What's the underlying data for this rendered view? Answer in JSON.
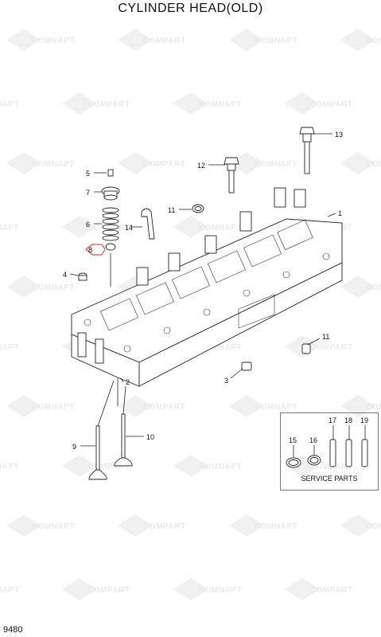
{
  "title": "CYLINDER HEAD(OLD)",
  "page_code": "9480",
  "service_parts_label": "SERVICE PARTS",
  "watermark": {
    "text_left": "KOMNAPT",
    "text_right": "COMPART",
    "color": "#e9e9e9"
  },
  "callouts": [
    "1",
    "2",
    "3",
    "4",
    "5",
    "6",
    "7",
    "8",
    "9",
    "10",
    "11",
    "11",
    "12",
    "13",
    "14",
    "15",
    "16",
    "17",
    "18",
    "19"
  ],
  "highlight_color": "#d9534f"
}
